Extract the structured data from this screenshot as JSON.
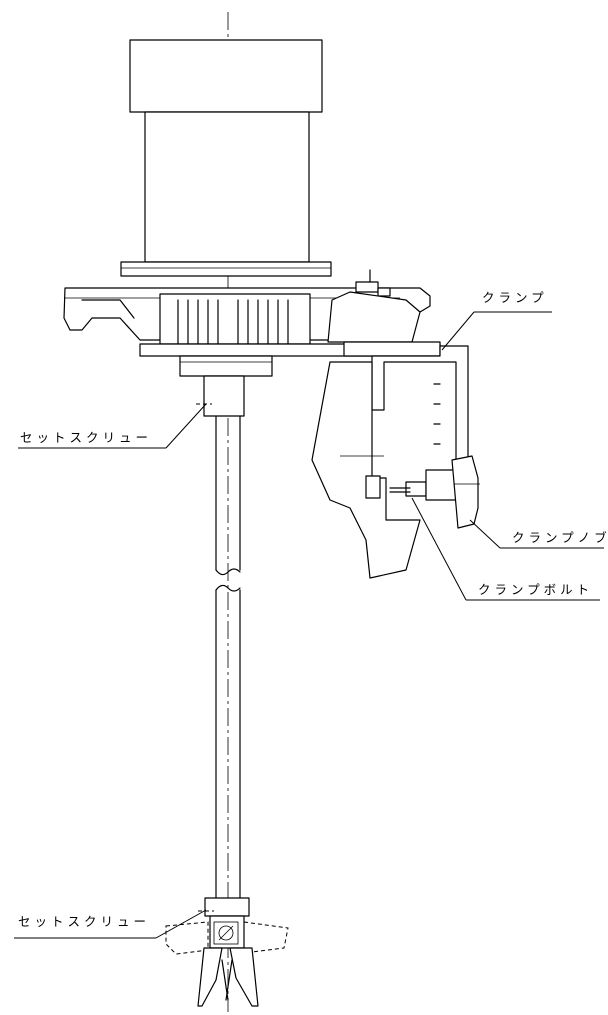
{
  "labels": {
    "set_screw_upper": "セットスクリュー",
    "set_screw_lower": "セットスクリュー",
    "clamp": "クランプ",
    "clamp_knob": "クランプノブ",
    "clamp_bolt": "クランプボルト"
  },
  "colors": {
    "line": "#000000",
    "background": "#ffffff"
  }
}
